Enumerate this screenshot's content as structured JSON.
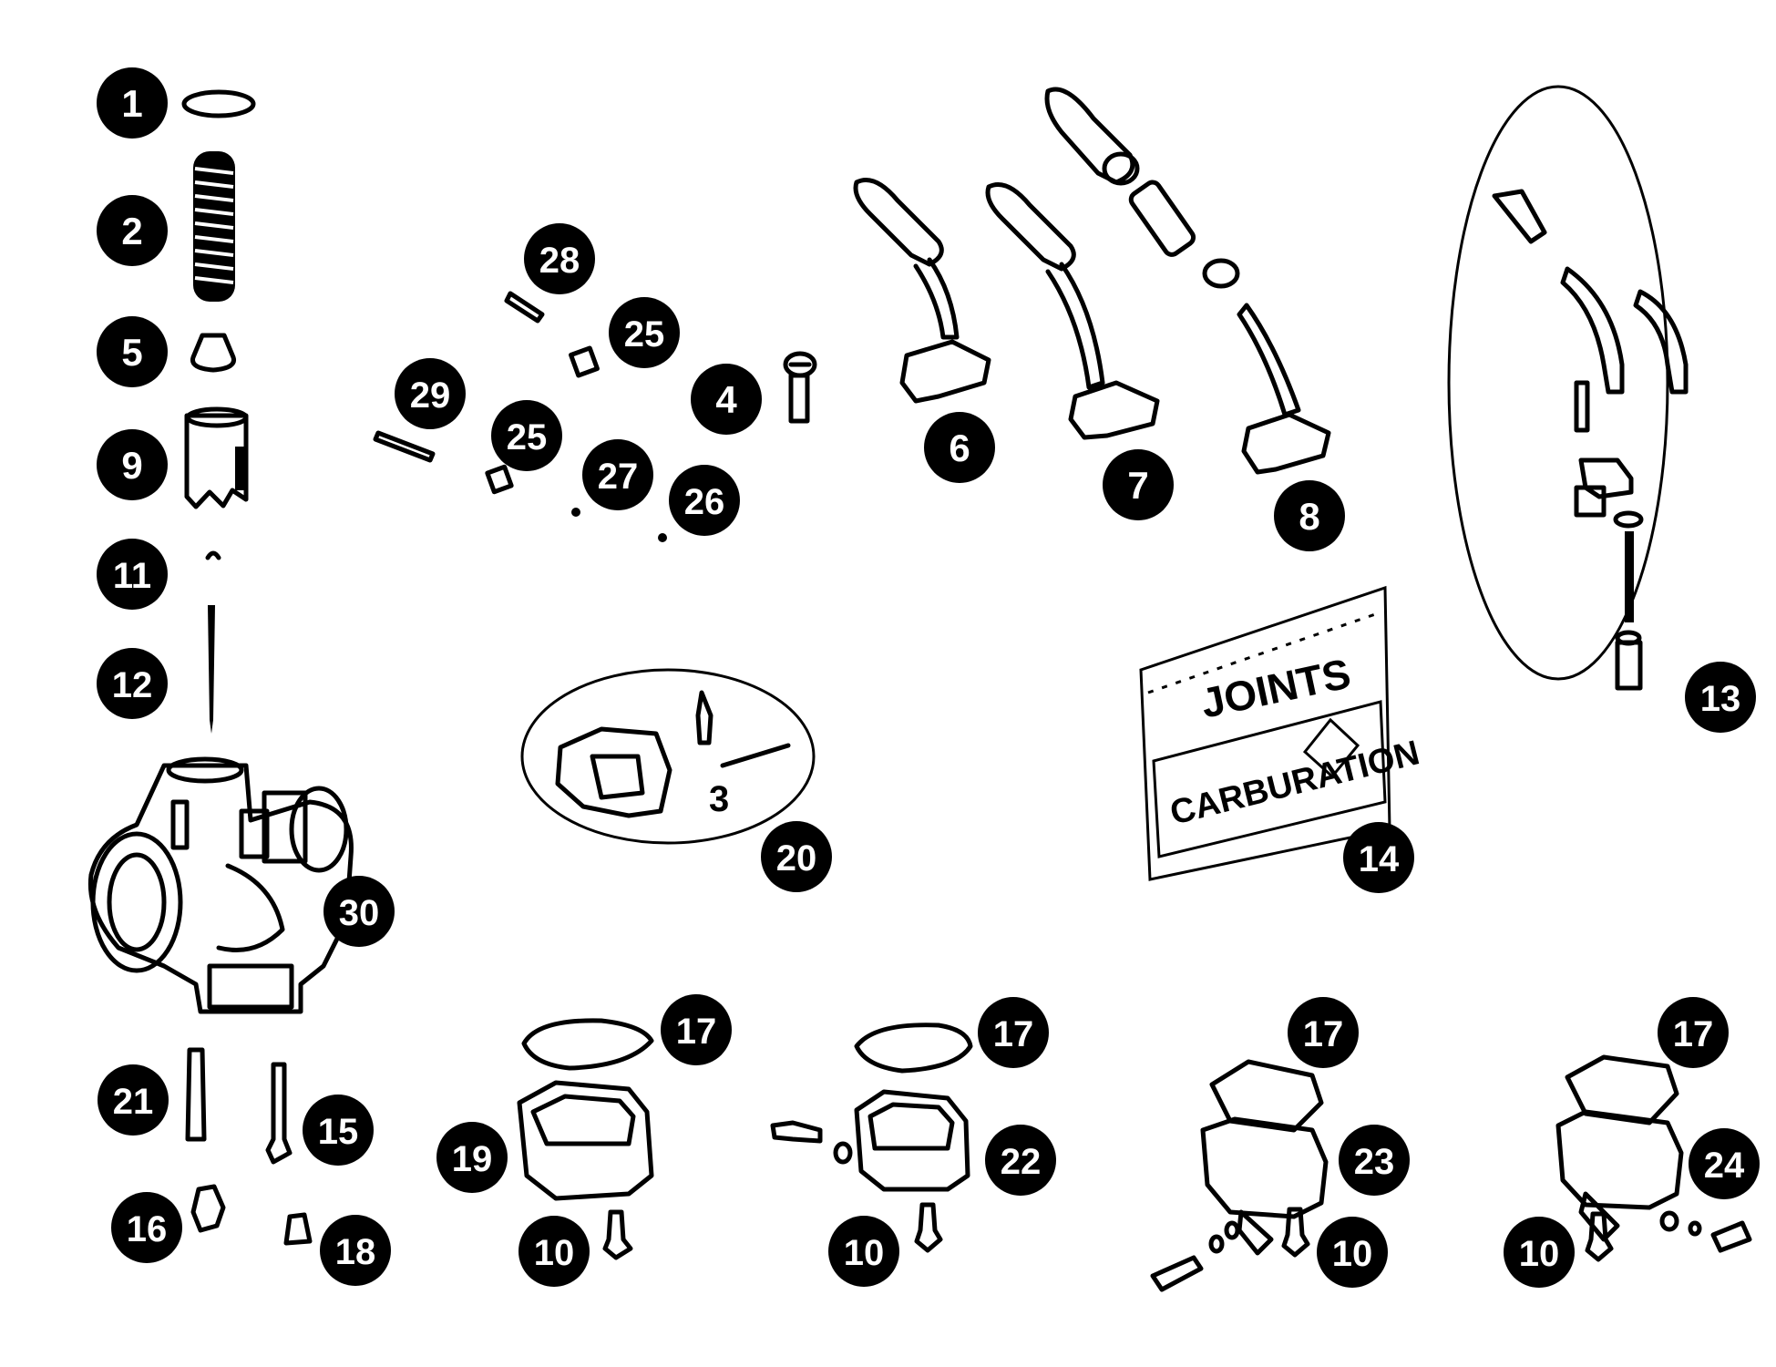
{
  "callouts": {
    "c1": "1",
    "c2": "2",
    "c5": "5",
    "c9": "9",
    "c11": "11",
    "c12": "12",
    "c28": "28",
    "c25a": "25",
    "c29": "29",
    "c4": "4",
    "c25b": "25",
    "c27": "27",
    "c26": "26",
    "c6": "6",
    "c7": "7",
    "c8": "8",
    "c13": "13",
    "c30": "30",
    "c20": "20",
    "c14": "14",
    "c17a": "17",
    "c17b": "17",
    "c17c": "17",
    "c17d": "17",
    "c21": "21",
    "c15": "15",
    "c16": "16",
    "c18": "18",
    "c19": "19",
    "c22": "22",
    "c23": "23",
    "c24": "24",
    "c10a": "10",
    "c10b": "10",
    "c10c": "10",
    "c10d": "10"
  },
  "labels": {
    "kit_number": "3",
    "bag_line1": "JOINTS",
    "bag_line2": "CARBURATION"
  }
}
